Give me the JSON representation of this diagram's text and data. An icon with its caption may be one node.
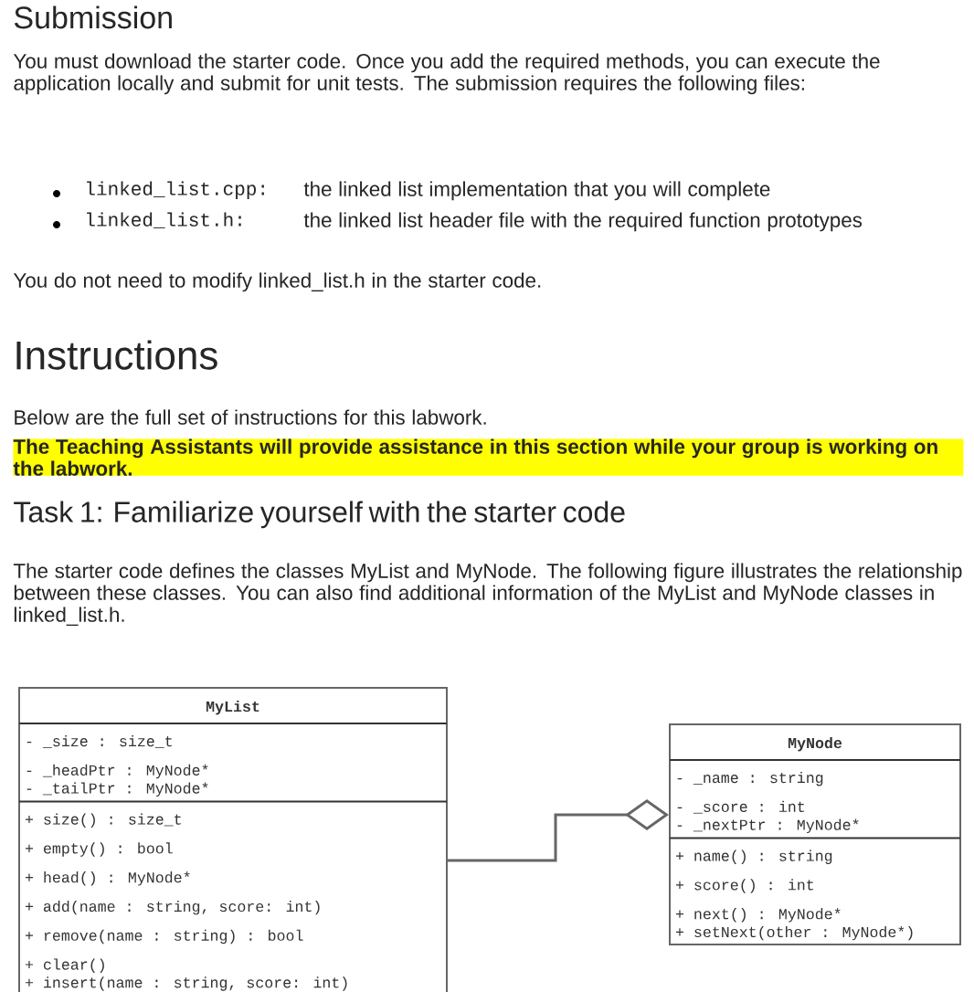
{
  "diagram": {
    "nodes": [
      {
        "text": [
          "MyList",
          "- _size : size_t",
          "- _headPtr : MyNode*",
          "- _tailPtr : MyNode*",
          "+ size() : size_t",
          "+ empty() : bool",
          "+ head() : MyNode*",
          "+ add(name : string, score: int)",
          "+ remove(name : string) : bool",
          "+ clear()",
          "+ insert(name : string, score: int)"
        ]
      },
      {
        "text": [
          "MyNode",
          "- _name : string",
          "- _score : int",
          "- _nextPtr : MyNode*",
          "+ name() : string",
          "+ score() : int",
          "+ next() : MyNode*",
          "+ setNext(other : MyNode*)"
        ]
      }
    ],
    "edges": [
      {
        "from": 0,
        "to": 1,
        "arrow": "other"
      }
    ],
    "labels": [
      "Submission",
      "You must download the starter code. Once you add the required methods, you can execute the application locally and submit for unit tests. The submission requires the following files:",
      "linked_list.cpp:",
      "the linked list implementation that you will complete",
      "linked_list.h:",
      "the linked list header file with the required function prototypes",
      "You do not need to modify linked_list.h in the starter code.",
      "Instructions",
      "Below are the full set of instructions for this labwork.",
      "The Teaching Assistants will provide assistance in this section while your group is working on the labwork.",
      "Task 1: Familiarize yourself with the starter code",
      "The starter code defines the classes MyList and MyNode. The following figure illustrates the relationship between these classes. You can also find additional information of the MyList and MyNode classes in linked_list.h."
    ]
  }
}
